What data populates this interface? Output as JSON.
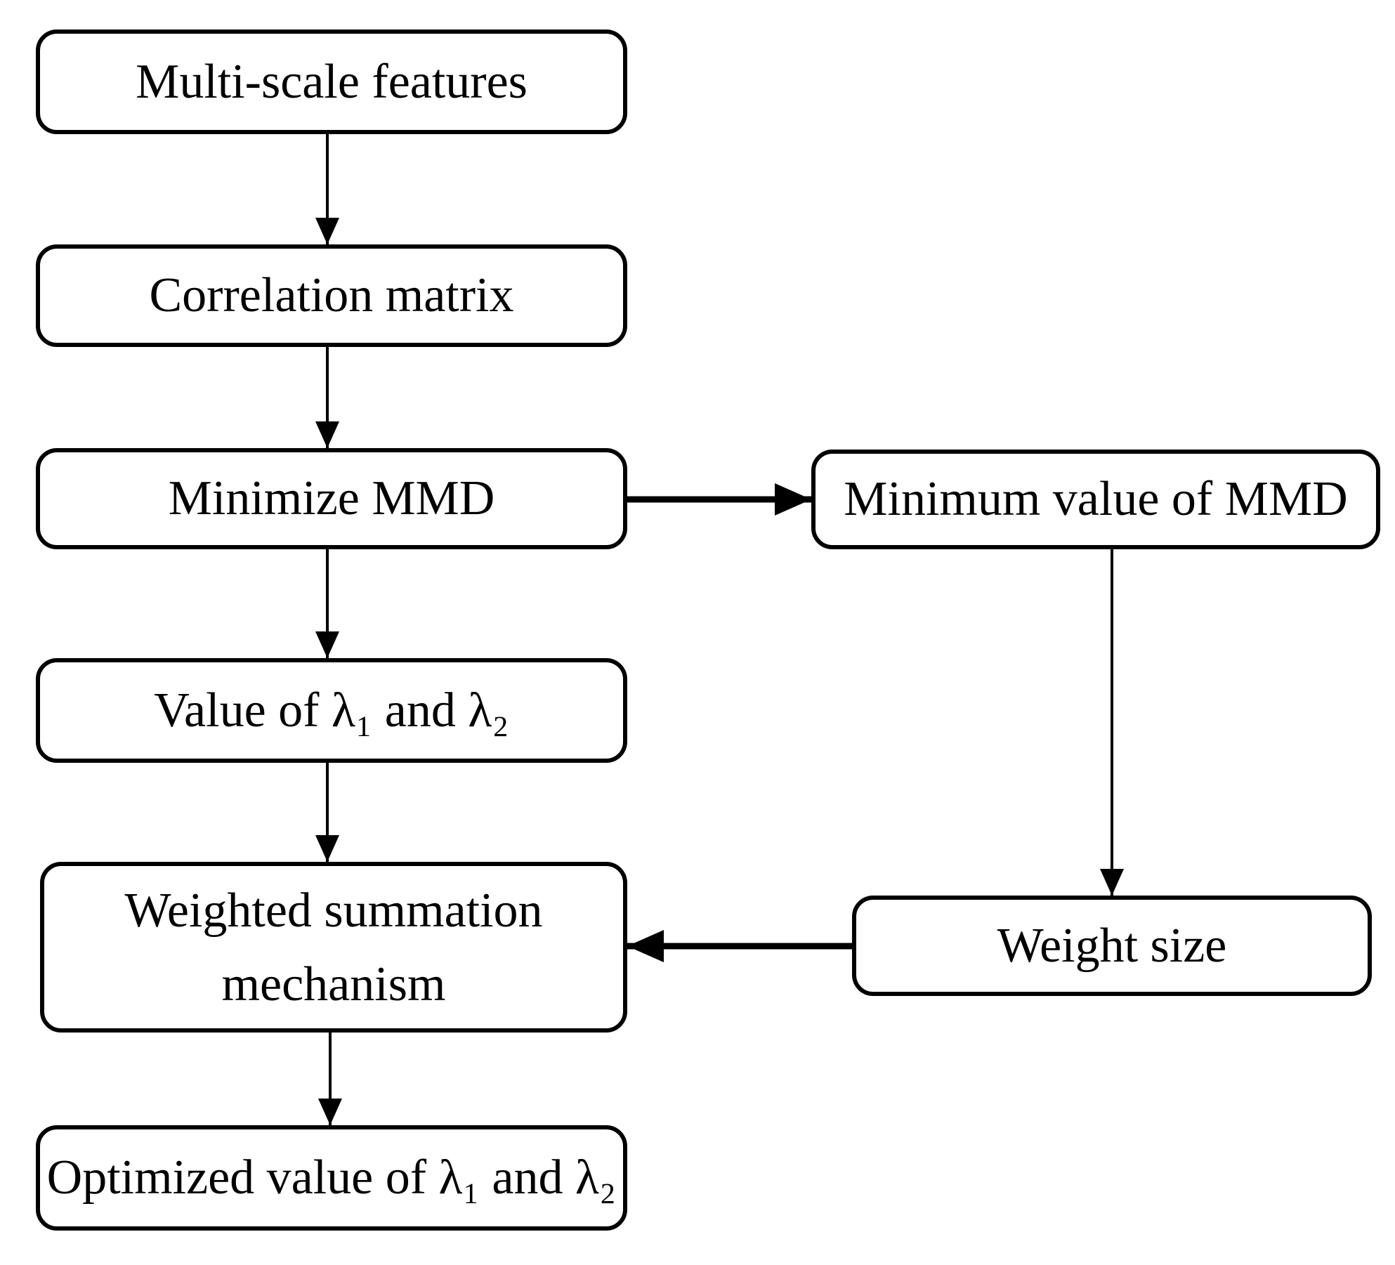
{
  "diagram": {
    "type": "flowchart",
    "background": "#ffffff",
    "colors": {
      "line": "#000000",
      "text": "#000000",
      "node_fill": "#ffffff"
    },
    "nodes": [
      {
        "id": "multi-scale-features",
        "label": "Multi-scale features"
      },
      {
        "id": "correlation-matrix",
        "label": "Correlation matrix"
      },
      {
        "id": "minimize-mmd",
        "label": "Minimize MMD"
      },
      {
        "id": "minimum-value-of-mmd",
        "label": "Minimum value of MMD"
      },
      {
        "id": "value-of-lambda1-and-lambda2",
        "label": "Value of λ₁ and λ₂"
      },
      {
        "id": "weighted-summation-mechanism",
        "label": "Weighted summation mechanism"
      },
      {
        "id": "weight-size",
        "label": "Weight size"
      },
      {
        "id": "optimized-value-of-lambda1-and-lambda2",
        "label": "Optimized value of λ₁ and λ₂"
      }
    ],
    "edges": [
      {
        "from": "multi-scale-features",
        "to": "correlation-matrix"
      },
      {
        "from": "correlation-matrix",
        "to": "minimize-mmd"
      },
      {
        "from": "minimize-mmd",
        "to": "minimum-value-of-mmd"
      },
      {
        "from": "minimize-mmd",
        "to": "value-of-lambda1-and-lambda2"
      },
      {
        "from": "minimum-value-of-mmd",
        "to": "weight-size"
      },
      {
        "from": "value-of-lambda1-and-lambda2",
        "to": "weighted-summation-mechanism"
      },
      {
        "from": "weight-size",
        "to": "weighted-summation-mechanism"
      },
      {
        "from": "weighted-summation-mechanism",
        "to": "optimized-value-of-lambda1-and-lambda2"
      }
    ]
  }
}
